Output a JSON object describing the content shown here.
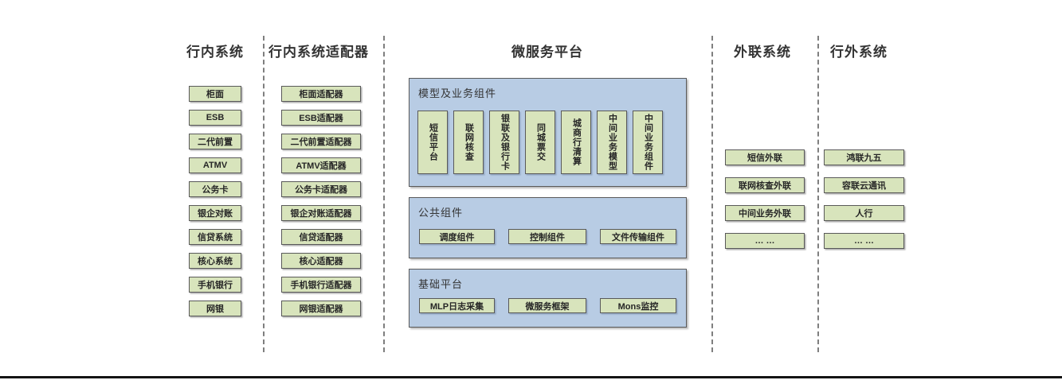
{
  "colors": {
    "green_fill": "#d8e4bc",
    "green_border": "#595959",
    "blue_panel_fill": "#b8cce4",
    "blue_panel_border": "#5a5a5a",
    "divider": "#7f7f7f",
    "text": "#262626",
    "bottom_rule": "#141414"
  },
  "columns": {
    "internal": {
      "title": "行内系统",
      "items": [
        "柜面",
        "ESB",
        "二代前置",
        "ATMV",
        "公务卡",
        "银企对账",
        "信贷系统",
        "核心系统",
        "手机银行",
        "网银"
      ]
    },
    "adapters": {
      "title": "行内系统适配器",
      "items": [
        "柜面适配器",
        "ESB适配器",
        "二代前置适配器",
        "ATMV适配器",
        "公务卡适配器",
        "银企对账适配器",
        "信贷适配器",
        "核心适配器",
        "手机银行适配器",
        "网银适配器"
      ]
    },
    "platform": {
      "title": "微服务平台",
      "panels": [
        {
          "title": "模型及业务组件",
          "items": [
            "短信平台",
            "联网核查",
            "银联及银行卡",
            "同城票交",
            "城商行清算",
            "中间业务模型",
            "中间业务组件"
          ]
        },
        {
          "title": "公共组件",
          "items": [
            "调度组件",
            "控制组件",
            "文件传输组件"
          ]
        },
        {
          "title": "基础平台",
          "items": [
            "MLP日志采集",
            "微服务框架",
            "Mons监控"
          ]
        }
      ]
    },
    "external_link": {
      "title": "外联系统",
      "items": [
        "短信外联",
        "联网核查外联",
        "中间业务外联",
        "… …"
      ]
    },
    "outside": {
      "title": "行外系统",
      "items": [
        "鸿联九五",
        "容联云通讯",
        "人行",
        "… …"
      ]
    }
  }
}
